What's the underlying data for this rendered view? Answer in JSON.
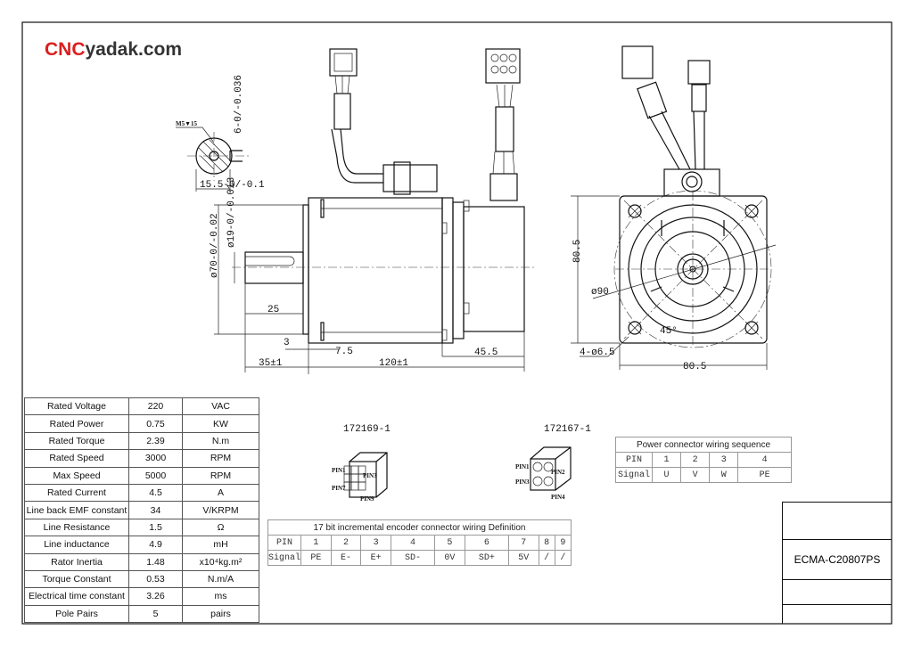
{
  "logo": {
    "part1": "CNC",
    "part2": "yadak.com",
    "color_red": "#d9201f"
  },
  "dimensions": {
    "thread": "M5▼15",
    "key_depth": "15.5-0/-0.1",
    "key_width": "6-0/-0.036",
    "flange_dia": "ø70-0/-0.02",
    "shaft_dia": "ø19-0/-0.013",
    "key_length": "25",
    "pilot": "3",
    "flange_thk": "7.5",
    "shaft_length": "35±1",
    "body_length": "120±1",
    "encoder_length": "45.5",
    "square_h": "80.5",
    "square_w": "80.5",
    "pcd": "ø90",
    "holes": "4-ø6.5",
    "angle": "45°"
  },
  "connectors": {
    "encoder": {
      "part": "172169-1",
      "pins": [
        "PIN1",
        "PIN3",
        "PIN7",
        "PIN9"
      ]
    },
    "power": {
      "part": "172167-1",
      "pins": [
        "PIN1",
        "PIN2",
        "PIN3",
        "PIN4"
      ]
    }
  },
  "spec_table": [
    [
      "Rated Voltage",
      "220",
      "VAC"
    ],
    [
      "Rated Power",
      "0.75",
      "KW"
    ],
    [
      "Rated Torque",
      "2.39",
      "N.m"
    ],
    [
      "Rated Speed",
      "3000",
      "RPM"
    ],
    [
      "Max Speed",
      "5000",
      "RPM"
    ],
    [
      "Rated Current",
      "4.5",
      "A"
    ],
    [
      "Line back EMF constant",
      "34",
      "V/KRPM"
    ],
    [
      "Line Resistance",
      "1.5",
      "Ω"
    ],
    [
      "Line inductance",
      "4.9",
      "mH"
    ],
    [
      "Rator Inertia",
      "1.48",
      "x10⁴kg.m²"
    ],
    [
      "Torque Constant",
      "0.53",
      "N.m/A"
    ],
    [
      "Electrical time constant",
      "3.26",
      "ms"
    ],
    [
      "Pole Pairs",
      "5",
      "pairs"
    ]
  ],
  "encoder_table": {
    "title": "17 bit incremental encoder connector wiring Definition",
    "pin_label": "PIN",
    "signal_label": "Signal",
    "pins": [
      "1",
      "2",
      "3",
      "4",
      "5",
      "6",
      "7",
      "8",
      "9"
    ],
    "signals": [
      "PE",
      "E-",
      "E+",
      "SD-",
      "0V",
      "SD+",
      "5V",
      "/",
      "/"
    ]
  },
  "power_table": {
    "title": "Power connector wiring sequence",
    "pin_label": "PIN",
    "signal_label": "Signal",
    "pins": [
      "1",
      "2",
      "3",
      "4"
    ],
    "signals": [
      "U",
      "V",
      "W",
      "PE"
    ]
  },
  "title_block": {
    "model": "ECMA-C20807PS"
  }
}
